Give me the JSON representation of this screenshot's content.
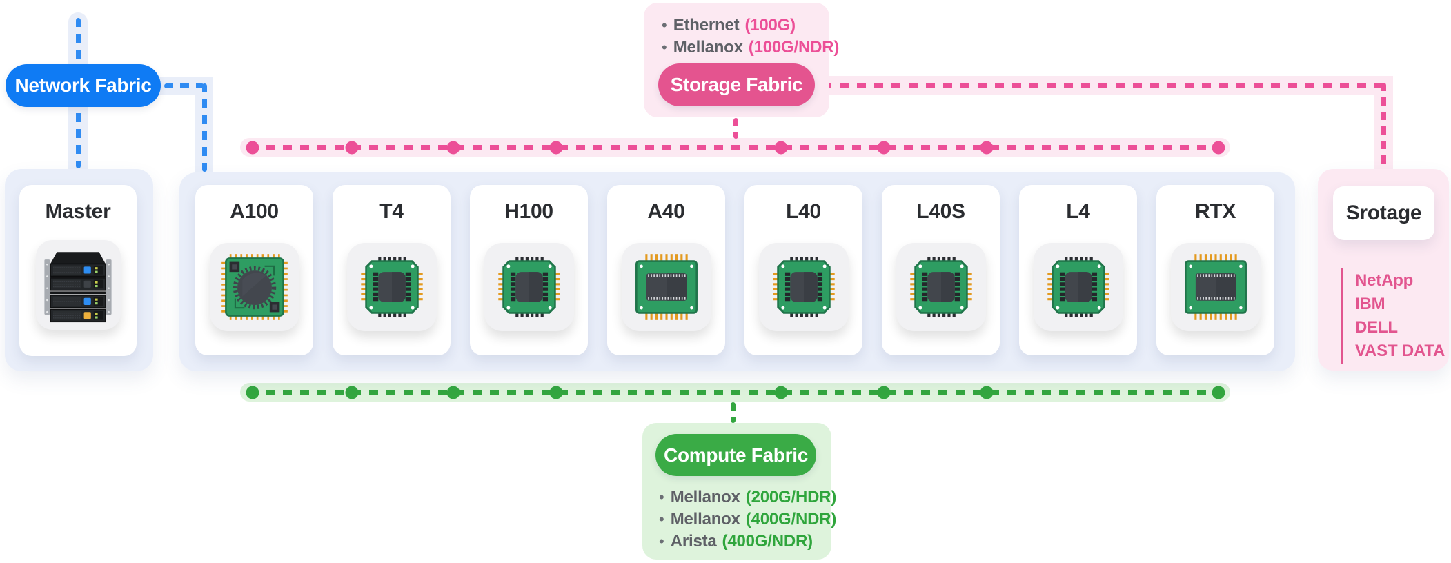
{
  "network_fabric": {
    "label": "Network Fabric",
    "pill_color": "#0F7BF4",
    "dash_color": "#2F8BF2"
  },
  "storage_fabric": {
    "label": "Storage Fabric",
    "pill_color": "#E4548F",
    "panel_color": "#FCE9F2",
    "dash_color": "#EC4F97",
    "items": [
      {
        "vendor": "Ethernet",
        "spec": "(100G)"
      },
      {
        "vendor": "Mellanox",
        "spec": "(100G/NDR)"
      }
    ]
  },
  "compute_fabric": {
    "label": "Compute Fabric",
    "pill_color": "#3AAB46",
    "panel_color": "#DEF3DC",
    "dash_color": "#33A63F",
    "items": [
      {
        "vendor": "Mellanox",
        "spec": "(200G/HDR)"
      },
      {
        "vendor": "Mellanox",
        "spec": "(400G/NDR)"
      },
      {
        "vendor": "Arista",
        "spec": "(400G/NDR)"
      }
    ]
  },
  "master_node": {
    "title": "Master",
    "icon": "server-rack-icon"
  },
  "gpu_rack": {
    "cards": [
      {
        "title": "A100",
        "icon": "gpu-chip-icon",
        "chip_style": "round-die"
      },
      {
        "title": "T4",
        "icon": "gpu-chip-icon",
        "chip_style": "square-die"
      },
      {
        "title": "H100",
        "icon": "gpu-chip-icon",
        "chip_style": "square-die"
      },
      {
        "title": "A40",
        "icon": "gpu-chip-icon",
        "chip_style": "wide-die"
      },
      {
        "title": "L40",
        "icon": "gpu-chip-icon",
        "chip_style": "square-die"
      },
      {
        "title": "L40S",
        "icon": "gpu-chip-icon",
        "chip_style": "square-die"
      },
      {
        "title": "L4",
        "icon": "gpu-chip-icon",
        "chip_style": "square-die"
      },
      {
        "title": "RTX",
        "icon": "gpu-chip-icon",
        "chip_style": "wide-die"
      }
    ]
  },
  "storage_array": {
    "title": "Srotage",
    "panel_color": "#FCE9F2",
    "vendors": [
      "NetApp",
      "IBM",
      "DELL",
      "VAST DATA"
    ]
  }
}
